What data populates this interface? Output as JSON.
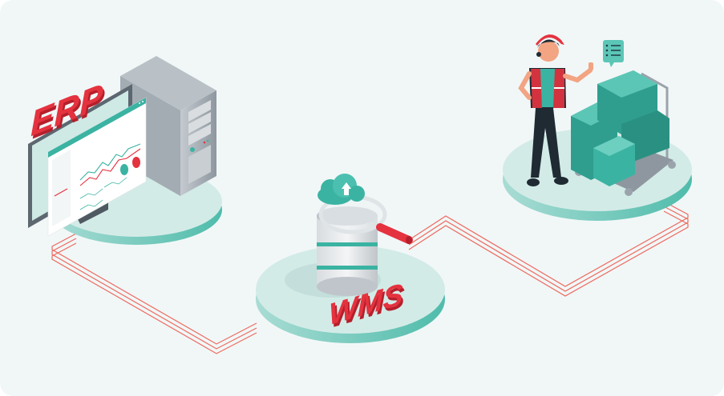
{
  "diagram": {
    "description": "Isometric illustration of ERP system connected to a WMS database, connected to a warehouse worker with boxes on a cart",
    "nodes": [
      {
        "id": "erp",
        "label": "ERP",
        "type": "computer-with-dashboard-and-server-tower"
      },
      {
        "id": "wms",
        "label": "WMS",
        "type": "database-with-cloud-upload-and-magnifier"
      },
      {
        "id": "warehouse",
        "label": "",
        "type": "worker-with-boxes-cart-and-checklist"
      }
    ],
    "edges": [
      {
        "from": "erp",
        "to": "wms",
        "style": "triple-red-line"
      },
      {
        "from": "wms",
        "to": "warehouse",
        "style": "triple-red-line"
      }
    ],
    "colors": {
      "background": "#f1f7f7",
      "platform_top": "#d3ebe7",
      "platform_side": "#8fd0c6",
      "accent_red": "#e5323f",
      "teal": "#3bb3a2",
      "server_gray": "#9aa3ab",
      "line_red": "#ee6a60"
    }
  }
}
